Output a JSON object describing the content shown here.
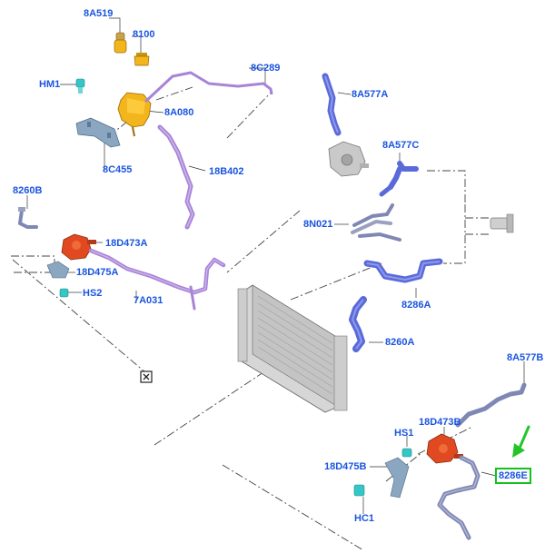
{
  "colors": {
    "label": "#1a55e0",
    "highlight": "#13c21a",
    "arrow": "#22c62a",
    "hose_blue": "#5a6ad8",
    "hose_purple": "#a884d6",
    "bottle_yellow": "#f2b51c",
    "pump_red": "#e14a20",
    "clip_teal": "#36c6c6",
    "bracket_steel": "#8aa6c0",
    "radiator_grey": "#b8b8b8"
  },
  "labels": {
    "8A519": "8A519",
    "8100": "8100",
    "HM1": "HM1",
    "8C289": "8C289",
    "8A080": "8A080",
    "8C455": "8C455",
    "18B402": "18B402",
    "8260B": "8260B",
    "18D473A": "18D473A",
    "18D475A": "18D475A",
    "HS2": "HS2",
    "7A031": "7A031",
    "8A577A": "8A577A",
    "8A577C": "8A577C",
    "8N021": "8N021",
    "8286A": "8286A",
    "8260A": "8260A",
    "8A577B": "8A577B",
    "18D473B": "18D473B",
    "HS1": "HS1",
    "18D475B": "18D475B",
    "HC1": "HC1",
    "8286E": "8286E"
  },
  "highlighted_label": "8286E",
  "icons": {
    "callout_box": "boxed-x-icon",
    "pointer": "green-arrow-icon"
  }
}
